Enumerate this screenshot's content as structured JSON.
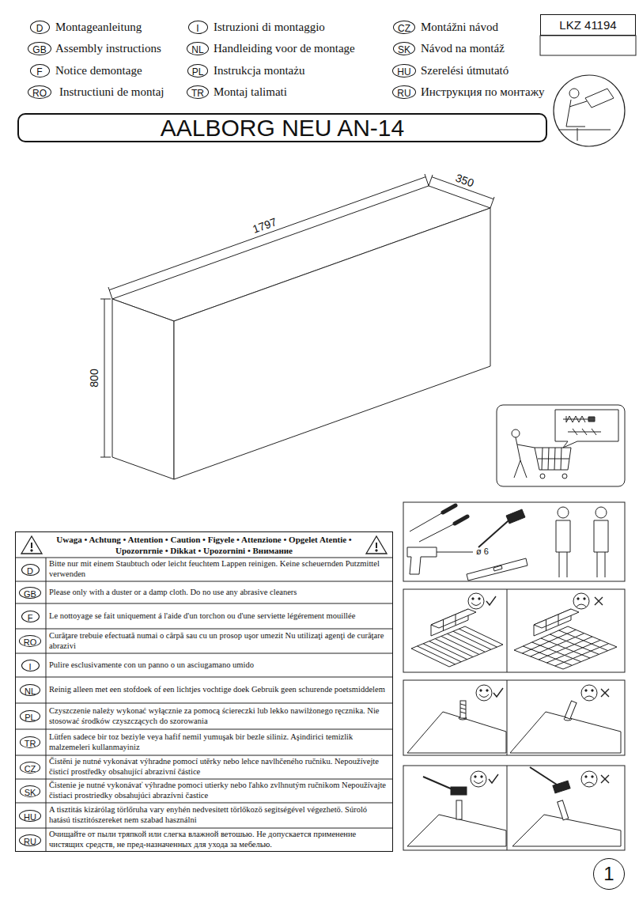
{
  "diagram": {
    "title": "AALBORG NEU AN-14",
    "nodes": [
      {
        "text": [
          "D"
        ]
      },
      {
        "text": [
          "I"
        ]
      },
      {
        "text": [
          "CZ"
        ]
      },
      {
        "text": [
          "GB"
        ]
      },
      {
        "text": [
          "NL"
        ]
      },
      {
        "text": [
          "SK"
        ]
      },
      {
        "text": [
          "F"
        ]
      },
      {
        "text": [
          "PL"
        ]
      },
      {
        "text": [
          "HU"
        ]
      },
      {
        "text": [
          "RO"
        ]
      },
      {
        "text": [
          "TR"
        ]
      },
      {
        "text": [
          "RU"
        ]
      },
      {
        "text": [
          "LKZ 41194"
        ]
      },
      {
        "text": [
          "Uwaga • Achtung • Attention • Caution • Figyele • Attenzione • Opgelet Atentie • Upozornrnie • Dikkat • Upozornini • Внимание"
        ]
      },
      {
        "text": [
          "D"
        ],
        "in": 13
      },
      {
        "text": [
          "GB"
        ],
        "in": 13
      },
      {
        "text": [
          "F"
        ],
        "in": 13
      },
      {
        "text": [
          "RO"
        ],
        "in": 13
      },
      {
        "text": [
          "I"
        ],
        "in": 13
      },
      {
        "text": [
          "NL"
        ],
        "in": 13
      },
      {
        "text": [
          "PL"
        ],
        "in": 13
      },
      {
        "text": [
          "TR"
        ],
        "in": 13
      },
      {
        "text": [
          "CZ"
        ],
        "in": 13
      },
      {
        "text": [
          "SK"
        ],
        "in": 13
      },
      {
        "text": [
          "HU"
        ],
        "in": 13
      },
      {
        "text": [
          "RU"
        ],
        "in": 13
      },
      {
        "text": [
          "1"
        ]
      }
    ],
    "labels": [
      "Montageanleitung",
      "Istruzioni di montaggio",
      "Montážni návod",
      "Assembly instructions",
      "Handleiding voor de montage",
      "Návod na montáž",
      "Notice demontage",
      "Instrukcja montażu",
      "Szerelési útmutató",
      "Instructiuni de montaj",
      "Montaj talimati",
      "Инструкция по монтажу",
      "1797",
      "350",
      "800",
      "Bitte nur mit einem Staubtuch oder leicht feuchtem Lappen reinigen. Keine scheuernden Putzmittel verwenden",
      "Please only with a duster or a damp cloth. Do no use any abrasive cleaners",
      "Le nottoyage se fait uniquement á l'aide d'un torchon ou d'une serviette légérement mouillée",
      "Curăţare trebuie efectuată numai o cârpă sau cu un prosop uşor umezit Nu utilizaţi agenţi de curăţare abrazivi",
      "Pulire esclusivamente con un panno o un asciugamano umido",
      "Reinig alleen met een stofdoek of een lichtjes vochtige doek Gebruik geen schurende poetsmiddelem",
      "Czyszczenie należy wykonać wyłącznie za pomocą ściereczki lub lekko nawilżonego ręcznika. Nie stosować środków czyszczących do szorowania",
      "Lütfen sadece bir toz beziyle veya hafif nemil yumuşak bir bezle siliniz. Aşindirici temizlik malzemeleri kullanmayiniz",
      "Čistěni je nutné vykonávat výhradne pomocí utěrky nebo lehce navlhčeného ručniku. Nepoužívejte čisticí prostředky obsahující abrazivní částice",
      "Čistenie je nutné vykonávať výhradne pomoci utierky nebo ľahko zvlhnutým ručnikom Nepoužívajte čistiaci prostriedky obsahujúci abrazívni častice",
      "A tisztitás kizárólag törlőruha vary enyhén nedvesitett törlőkozö segitségével végezhetö. Súroló hatású tisztitószereket nem szabad használni",
      "Очищайте от пыли тряпкой или слегка влажной ветошью. Не допускается применение чистящих средств, не пред-назначенных для ухода за мебелью.",
      "ø 6"
    ]
  }
}
